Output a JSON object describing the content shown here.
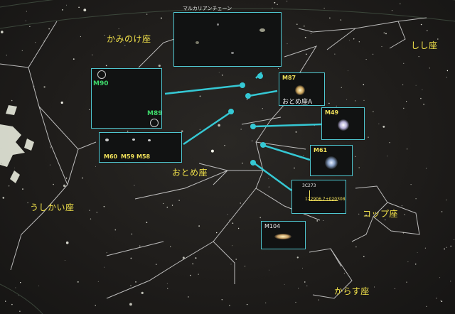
{
  "constellations": {
    "coma": "かみのけ座",
    "leo": "しし座",
    "virgo": "おとめ座",
    "bootes": "うしかい座",
    "crater": "コップ座",
    "corvus": "からす座"
  },
  "insets": {
    "markarian": {
      "title": "マルカリアンチェーン"
    },
    "m90_m89": {
      "m90": "M90",
      "m89": "M89"
    },
    "m60_group": {
      "m60": "M60",
      "m59": "M59",
      "m58": "M58"
    },
    "m87": {
      "label": "M87",
      "sublabel": "おとめ座A"
    },
    "m49": {
      "label": "M49"
    },
    "m61": {
      "label": "M61"
    },
    "3c273": {
      "label": "3C273",
      "sublabel": "122906.7+020308"
    },
    "m104": {
      "label": "M104"
    }
  },
  "colors": {
    "label_yellow": "#f2e24a",
    "connector_cyan": "#35c8d4",
    "constellation_line": "#d8d8d8",
    "m90_label_green": "#3ed86a"
  }
}
